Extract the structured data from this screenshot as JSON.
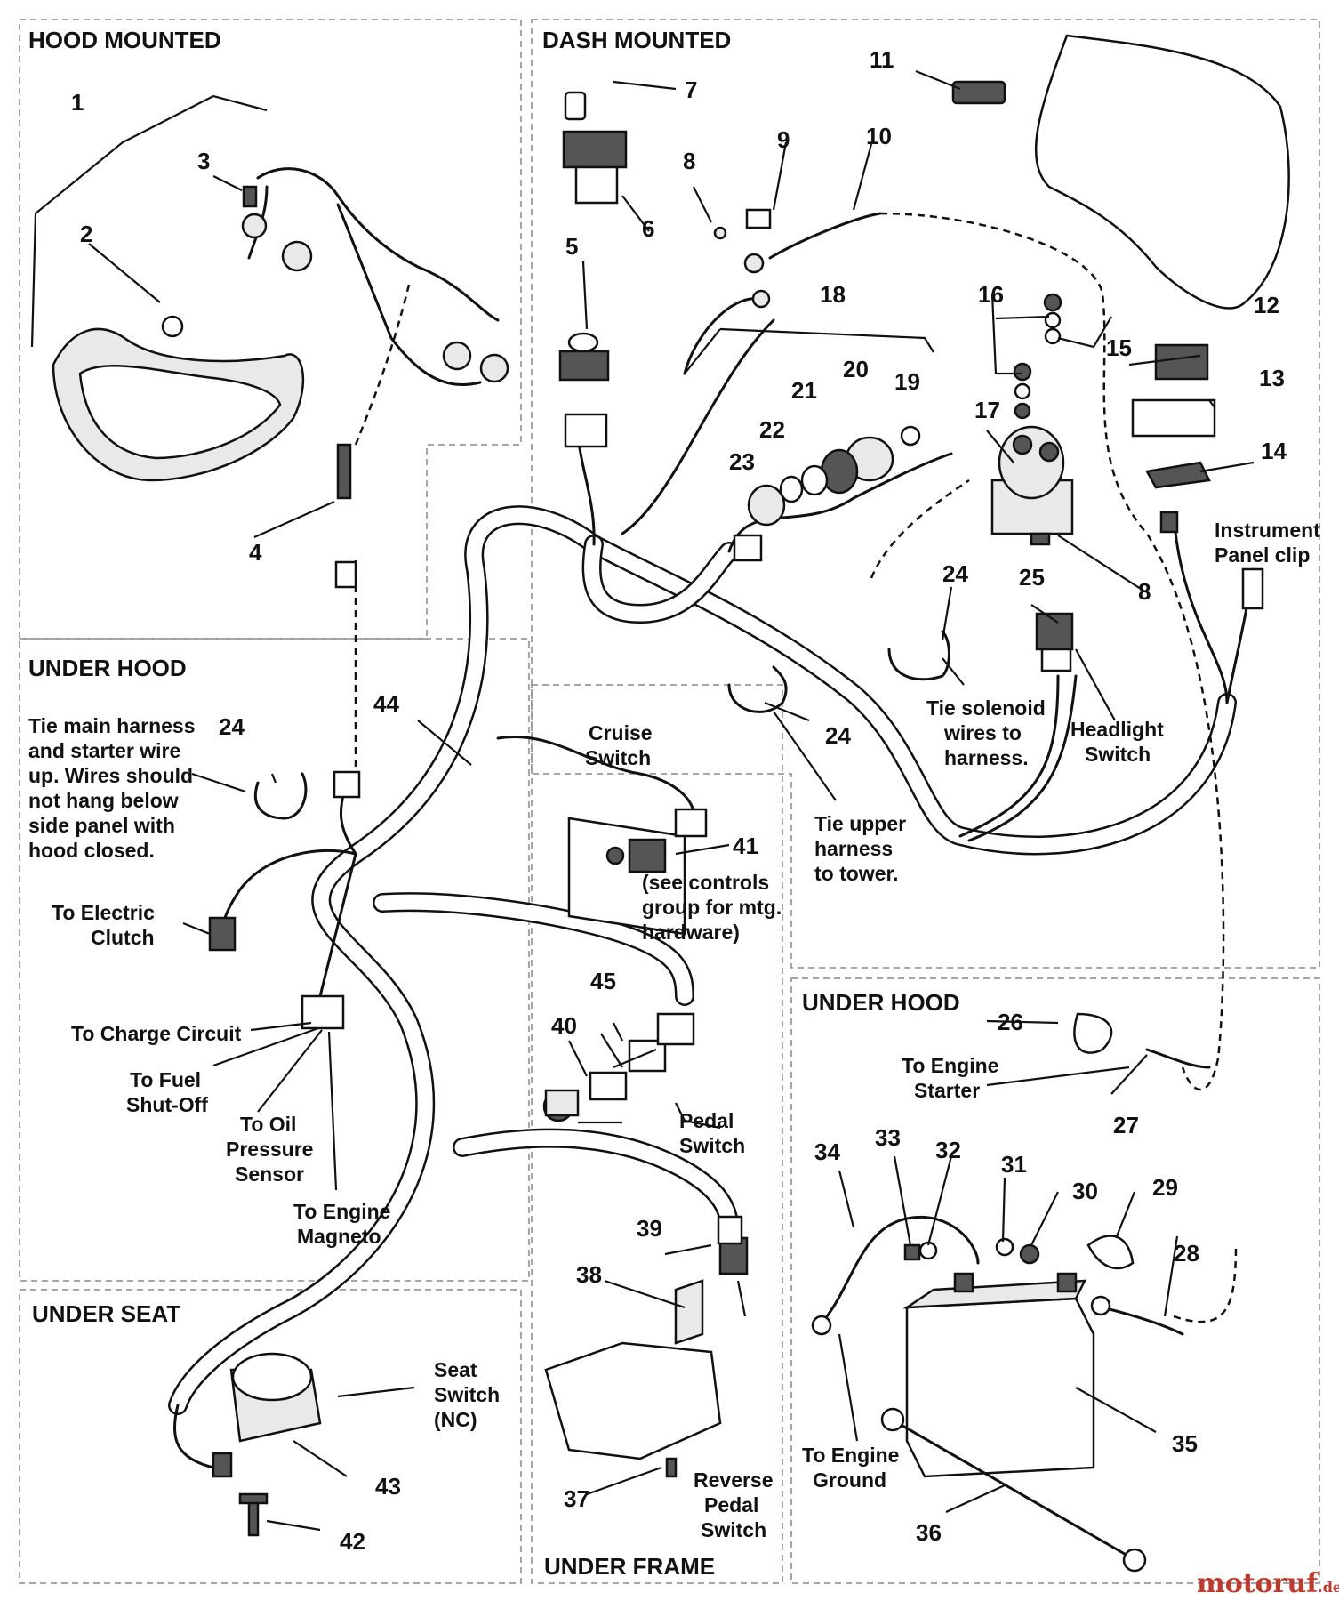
{
  "sections": {
    "hood_mounted": "HOOD MOUNTED",
    "dash_mounted": "DASH MOUNTED",
    "under_hood_left": "UNDER HOOD",
    "under_hood_right": "UNDER HOOD",
    "under_seat": "UNDER SEAT",
    "under_frame": "UNDER FRAME"
  },
  "callouts": {
    "c1": "1",
    "c2": "2",
    "c3": "3",
    "c4": "4",
    "c5": "5",
    "c6": "6",
    "c7": "7",
    "c8a": "8",
    "c8b": "8",
    "c9": "9",
    "c10": "10",
    "c11": "11",
    "c12": "12",
    "c13": "13",
    "c14": "14",
    "c15": "15",
    "c16": "16",
    "c17": "17",
    "c18": "18",
    "c19": "19",
    "c20": "20",
    "c21": "21",
    "c22": "22",
    "c23": "23",
    "c24a": "24",
    "c24b": "24",
    "c24c": "24",
    "c25": "25",
    "c26": "26",
    "c27": "27",
    "c28": "28",
    "c29": "29",
    "c30": "30",
    "c31": "31",
    "c32": "32",
    "c33": "33",
    "c34": "34",
    "c35": "35",
    "c36": "36",
    "c37": "37",
    "c38": "38",
    "c39": "39",
    "c40": "40",
    "c41": "41",
    "c42": "42",
    "c43": "43",
    "c44": "44",
    "c45": "45"
  },
  "notes": {
    "instrument_panel": [
      "Instrument",
      "Panel clip"
    ],
    "tie_solenoid": [
      "Tie solenoid",
      "wires to",
      "harness."
    ],
    "headlight_switch": [
      "Headlight",
      "Switch"
    ],
    "tie_upper": [
      "Tie upper",
      "harness",
      "to tower."
    ],
    "cruise_switch": [
      "Cruise",
      "Switch"
    ],
    "see_controls": [
      "(see controls",
      "group for mtg.",
      "hardware)"
    ],
    "tie_main": [
      "Tie main harness",
      "and starter wire",
      "up. Wires should",
      "not hang below",
      "side panel with",
      "hood closed."
    ],
    "electric_clutch": [
      "To Electric",
      "Clutch"
    ],
    "charge_circuit": "To Charge Circuit",
    "fuel_shutoff": [
      "To Fuel",
      "Shut-Off"
    ],
    "oil_pressure": [
      "To Oil",
      "Pressure",
      "Sensor"
    ],
    "engine_magneto": [
      "To Engine",
      "Magneto"
    ],
    "pedal_switch": [
      "Pedal",
      "Switch"
    ],
    "engine_starter": [
      "To Engine",
      "Starter"
    ],
    "engine_ground": [
      "To Engine",
      "Ground"
    ],
    "seat_switch": [
      "Seat",
      "Switch",
      "(NC)"
    ],
    "reverse_pedal": [
      "Reverse",
      "Pedal",
      "Switch"
    ]
  },
  "watermark": {
    "name": "motoruf",
    "tld": ".de",
    "color": "#c0392b"
  }
}
